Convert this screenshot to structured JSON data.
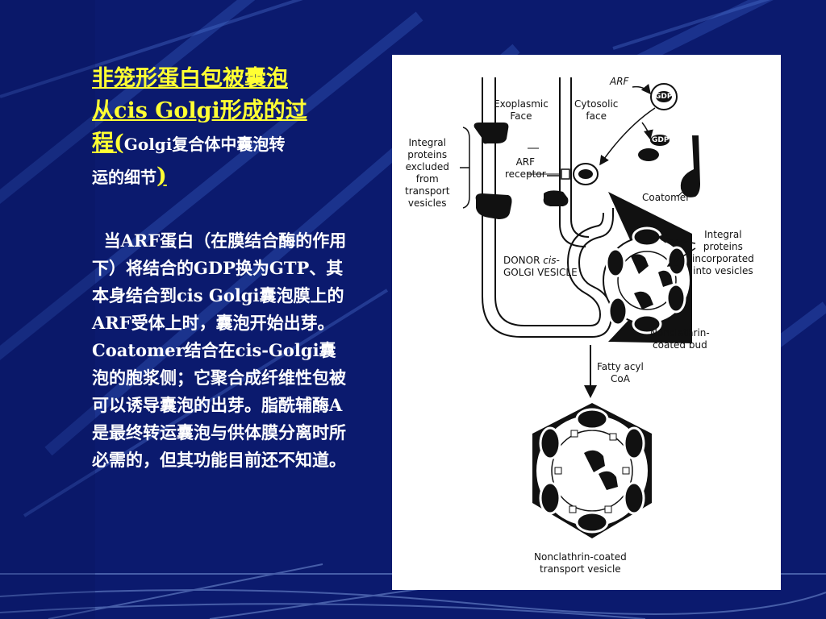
{
  "slide": {
    "title_line1": "非笼形蛋白包被囊泡",
    "title_line2": "从cis Golgi形成的过",
    "title_line3_u": "程(",
    "title_line3_small": "Golgi复合体中囊泡转",
    "title_line4_small": "运的细节",
    "title_line4_close": ")",
    "body": "  当ARF蛋白（在膜结合酶的作用下）将结合的GDP换为GTP、其本身结合到cis Golgi囊泡膜上的ARF受体上时，囊泡开始出芽。Coatomer结合在cis-Golgi囊泡的胞浆侧；它聚合成纤维性包被可以诱导囊泡的出芽。脂酰辅酶A是最终转运囊泡与供体膜分离时所必需的，但其功能目前还不知道。"
  },
  "figure": {
    "arf": "ARF",
    "gdp1": "GDP",
    "gdp2": "GDP",
    "exoplasmic_face": "Exoplasmic\nFace",
    "cytosolic_face": "Cytosolic\nface",
    "integral_excluded": "Integral\nproteins\nexcluded\nfrom\ntransport\nvesicles",
    "arf_receptor": "ARF\nreceptor",
    "coatomer": "Coatomer",
    "integral_incorporated": "Integral\nproteins\nincorporated\ninto vesicles",
    "donor_vesicle_a": "DONOR ",
    "donor_vesicle_b": "cis-",
    "donor_vesicle_c": "GOLGI VESICLE",
    "nonclathrin_bud": "Nonclathrin-\ncoated bud",
    "fatty_acyl": "Fatty acyl\nCoA",
    "transport_vesicle": "Nonclathrin-coated\ntransport vesicle"
  }
}
